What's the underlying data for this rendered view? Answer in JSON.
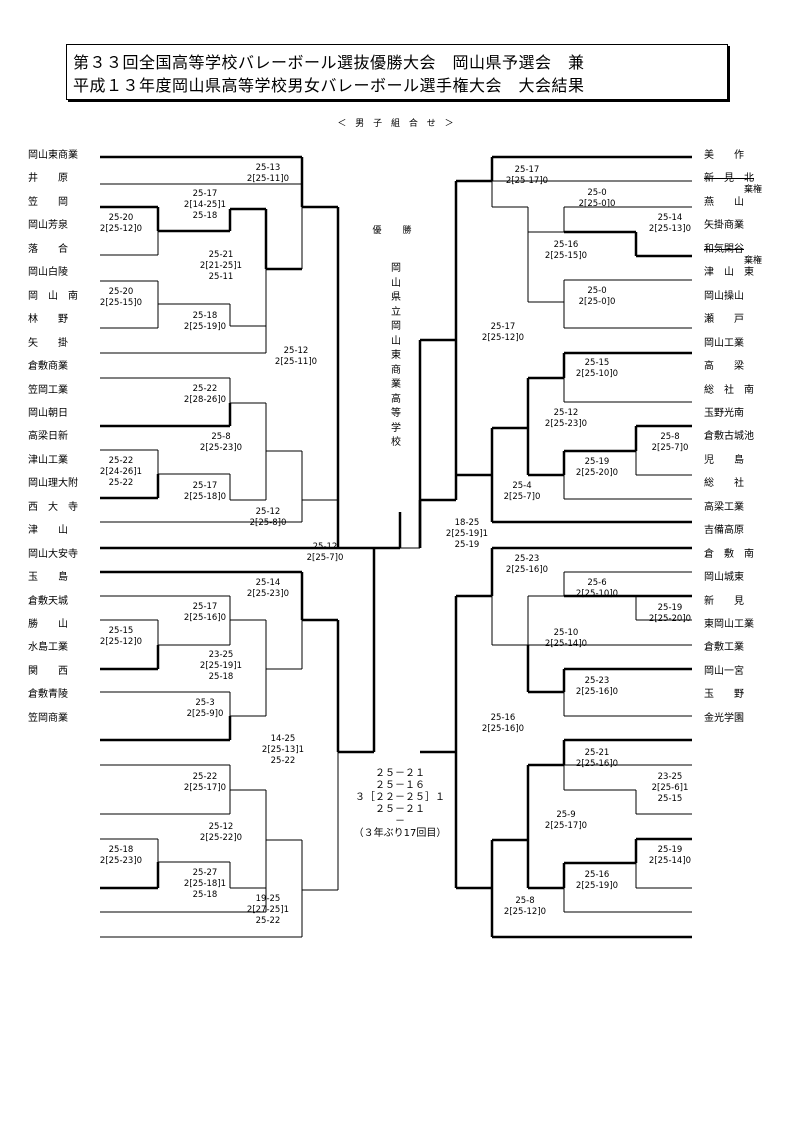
{
  "title": {
    "line1": "第３３回全国高等学校バレーボール選抜優勝大会　岡山県予選会　兼",
    "line2": "平成１３年度岡山県高等学校男女バレーボール選手権大会　大会結果"
  },
  "subtitle": "＜ 男 子 組 合 せ ＞",
  "champion": {
    "label": "優　勝",
    "name": "岡山県立岡山東商業高等学校"
  },
  "final_scores": [
    "２５－２１",
    "２５－１６",
    "３［２２－２５］１",
    "２５－２１",
    "－",
    "（３年ぶり17回目）"
  ],
  "left_teams": [
    "岡山東商業",
    "井　　原",
    "笠　　岡",
    "岡山芳泉",
    "落　　合",
    "岡山白陵",
    "岡　山　南",
    "林　　野",
    "矢　　掛",
    "倉敷商業",
    "笠岡工業",
    "岡山朝日",
    "高梁日新",
    "津山工業",
    "岡山理大附",
    "西　大　寺",
    "津　　山",
    "岡山大安寺",
    "玉　　島",
    "倉敷天城",
    "勝　　山",
    "水島工業",
    "関　　西",
    "倉敷青陵",
    "笠岡商業"
  ],
  "right_teams": [
    "美　　作",
    "新　見　北",
    "燕　　山",
    "矢掛商業",
    "和気閑谷",
    "津　山　東",
    "岡山操山",
    "瀬　　戸",
    "岡山工業",
    "高　　梁",
    "総　社　南",
    "玉野光南",
    "倉敷古城池",
    "児　　島",
    "総　　社",
    "高梁工業",
    "吉備高原",
    "倉　敷　南",
    "岡山城東",
    "新　　見",
    "東岡山工業",
    "倉敷工業",
    "岡山一宮",
    "玉　　野",
    "金光学園"
  ],
  "right_notes": {
    "1": "棄権",
    "4": "棄権"
  },
  "scores": [
    "25-13\n2[25-11]0",
    "25-17\n2[14-25]1\n25-18",
    "25-20\n2[25-12]0",
    "25-21\n2[21-25]1\n25-11",
    "25-20\n2[25-15]0",
    "25-18\n2[25-19]0",
    "25-12\n2[25-11]0",
    "25-22\n2[28-26]0",
    "25-8\n2[25-23]0",
    "25-22\n2[24-26]1\n25-22",
    "25-17\n2[25-18]0",
    "25-12\n2[25-8]0",
    "25-12\n2[25-7]0",
    "25-14\n2[25-23]0",
    "25-17\n2[25-16]0",
    "25-15\n2[25-12]0",
    "23-25\n2[25-19]1\n25-18",
    "25-3\n2[25-9]0",
    "14-25\n2[25-13]1\n25-22",
    "25-22\n2[25-17]0",
    "25-12\n2[25-22]0",
    "25-18\n2[25-23]0",
    "25-27\n2[25-18]1\n25-18",
    "19-25\n2[27-25]1\n25-22",
    "25-17\n2[25-17]0",
    "25-0\n2[25-0]0",
    "25-14\n2[25-13]0",
    "25-16\n2[25-15]0",
    "25-0\n2[25-0]0",
    "25-17\n2[25-12]0",
    "25-15\n2[25-10]0",
    "25-12\n2[25-23]0",
    "25-8\n2[25-7]0",
    "25-19\n2[25-20]0",
    "25-4\n2[25-7]0",
    "18-25\n2[25-19]1\n25-19",
    "25-23\n2[25-16]0",
    "25-6\n2[25-10]0",
    "25-19\n2[25-20]0",
    "25-10\n2[25-14]0",
    "25-23\n2[25-16]0",
    "25-16\n2[25-16]0",
    "25-21\n2[25-16]0",
    "23-25\n2[25-6]1\n25-15",
    "25-9\n2[25-17]0",
    "25-19\n2[25-14]0",
    "25-16\n2[25-19]0",
    "25-8\n2[25-12]0"
  ]
}
